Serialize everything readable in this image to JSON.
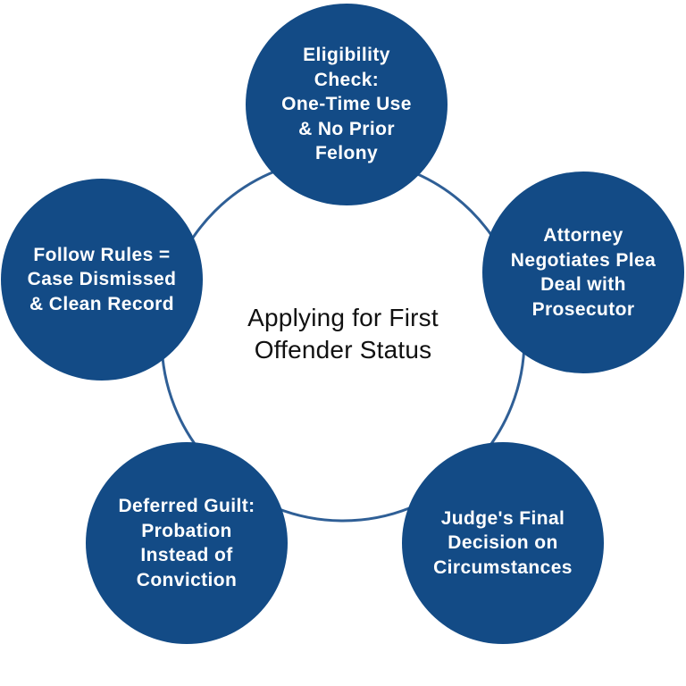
{
  "colors": {
    "node_fill": "#134b86",
    "ring_stroke": "#2f5f96",
    "node_text": "#ffffff",
    "title_text": "#111111"
  },
  "center": {
    "title_lines": [
      "Applying for First",
      "Offender Status"
    ]
  },
  "nodes": [
    {
      "lines": [
        "Eligibility",
        "Check:",
        "One-Time Use",
        "& No Prior",
        "Felony"
      ]
    },
    {
      "lines": [
        "Attorney",
        "Negotiates Plea",
        "Deal with",
        "Prosecutor"
      ]
    },
    {
      "lines": [
        "Judge's Final",
        "Decision on",
        "Circumstances"
      ]
    },
    {
      "lines": [
        "Deferred Guilt:",
        "Probation",
        "Instead of",
        "Conviction"
      ]
    },
    {
      "lines": [
        "Follow Rules =",
        "Case Dismissed",
        "& Clean Record"
      ]
    }
  ]
}
